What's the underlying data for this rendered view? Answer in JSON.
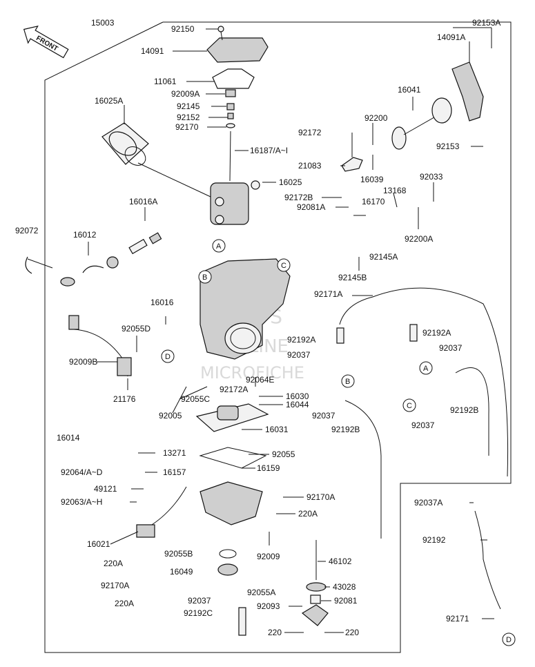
{
  "watermark": {
    "line1": "HLSM'S",
    "line2": "ONLINE",
    "line3": "MICROFICHE"
  },
  "front_label": "FRONT",
  "labels": {
    "p15003": "15003",
    "p92153A": "92153A",
    "p92150": "92150",
    "p14091": "14091",
    "p14091A": "14091A",
    "p11061": "11061",
    "p92009A": "92009A",
    "p16041": "16041",
    "p16025A": "16025A",
    "p92145": "92145",
    "p92152": "92152",
    "p92170": "92170",
    "p92200": "92200",
    "p92172": "92172",
    "p92153": "92153",
    "p16187": "16187/A~I",
    "p21083": "21083",
    "p16025": "16025",
    "p16039": "16039",
    "p92033": "92033",
    "p13168": "13168",
    "p16016A": "16016A",
    "p92172B": "92172B",
    "p16170": "16170",
    "p92081A": "92081A",
    "p92072": "92072",
    "p16012": "16012",
    "p92200A": "92200A",
    "p92145A": "92145A",
    "p92145B": "92145B",
    "p92171A": "92171A",
    "p16016": "16016",
    "p92055D": "92055D",
    "p92192A_r": "92192A",
    "p92192A_c": "92192A",
    "p92037_r": "92037",
    "p92037_c": "92037",
    "p92009B": "92009B",
    "p92064E": "92064E",
    "p92055C": "92055C",
    "p92172A": "92172A",
    "p16030": "16030",
    "p16044": "16044",
    "p21176": "21176",
    "p92005": "92005",
    "p92037_m": "92037",
    "p92192B_m": "92192B",
    "p92192B_r": "92192B",
    "p92037_rr": "92037",
    "p16014": "16014",
    "p16031": "16031",
    "p13271": "13271",
    "p92055": "92055",
    "p92064": "92064/A~D",
    "p16157": "16157",
    "p16159": "16159",
    "p49121": "49121",
    "p92063": "92063/A~H",
    "p92170A": "92170A",
    "p220A_1": "220A",
    "p92037A": "92037A",
    "p16021": "16021",
    "p92192": "92192",
    "p220A_2": "220A",
    "p92055B": "92055B",
    "p92009": "92009",
    "p46102": "46102",
    "p16049": "16049",
    "p92170A_2": "92170A",
    "p92055A": "92055A",
    "p43028": "43028",
    "p92037_b": "92037",
    "p92081": "92081",
    "p220A_3": "220A",
    "p92192C": "92192C",
    "p92093": "92093",
    "p92171": "92171",
    "p220_1": "220",
    "p220_2": "220"
  },
  "callouts": {
    "A": "A",
    "B": "B",
    "C": "C",
    "D": "D"
  }
}
